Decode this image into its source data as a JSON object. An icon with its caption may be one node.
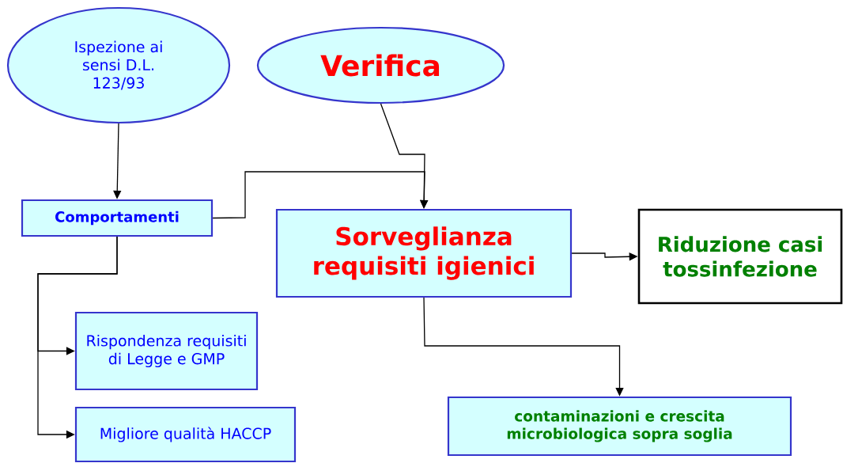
{
  "diagram": {
    "nodes": [
      {
        "text": [
          "Ispezione ai sensi D.L. 123/93"
        ]
      },
      {
        "text": [
          "Verifica"
        ]
      },
      {
        "text": [
          "Comportamenti"
        ]
      },
      {
        "text": [
          "Sorveglianza requisiti igienici"
        ]
      },
      {
        "text": [
          "Riduzione casi tossinfezione"
        ]
      },
      {
        "text": [
          "Rispondenza requisiti di Legge e GMP"
        ]
      },
      {
        "text": [
          "Migliore qualità HACCP"
        ]
      },
      {
        "text": [
          "contaminazioni e crescita microbiologica sopra soglia"
        ]
      }
    ],
    "edges": [
      {
        "from": 0,
        "to": 2,
        "arrow": "to"
      },
      {
        "from": 1,
        "to": 3,
        "arrow": "to"
      },
      {
        "from": 2,
        "to": 3,
        "arrow": "to"
      },
      {
        "from": 3,
        "to": 4,
        "arrow": "to"
      },
      {
        "from": 2,
        "to": 5,
        "arrow": "to"
      },
      {
        "from": 2,
        "to": 6,
        "arrow": "to"
      },
      {
        "from": 3,
        "to": 7,
        "arrow": "to"
      }
    ]
  }
}
